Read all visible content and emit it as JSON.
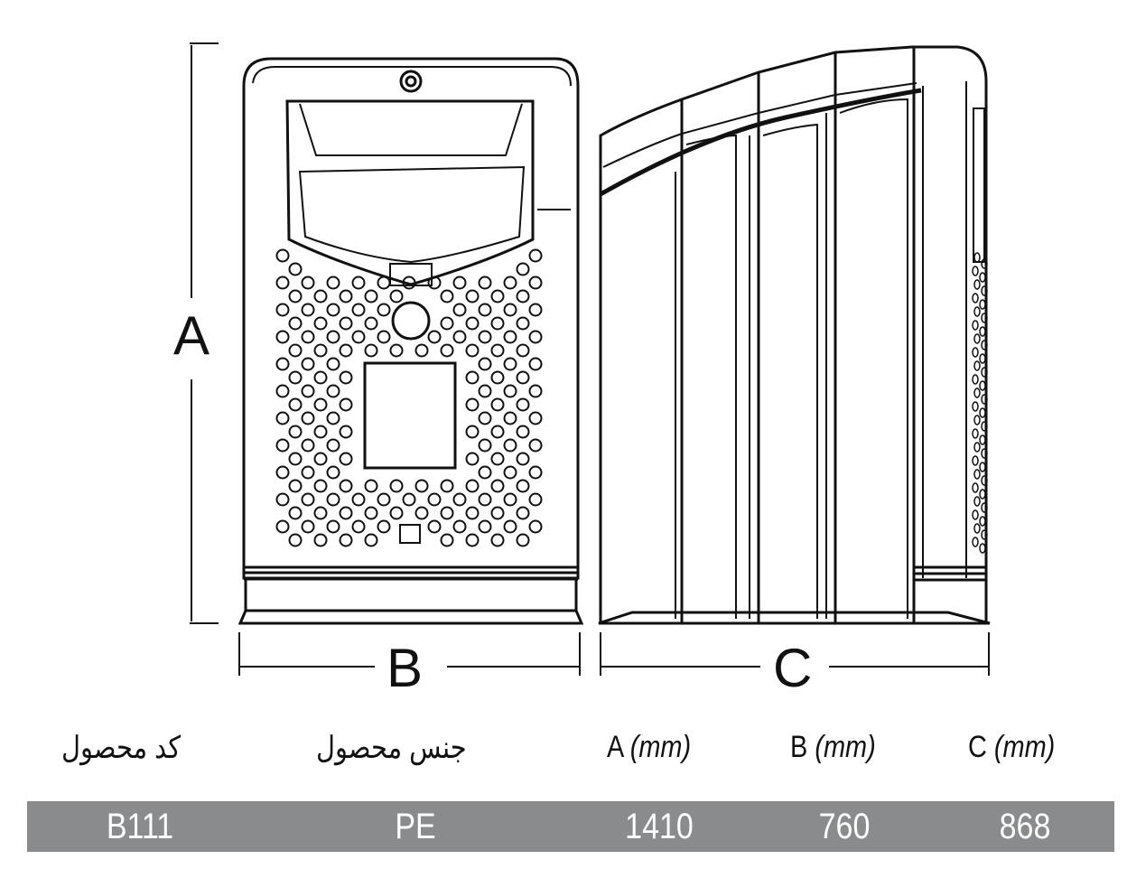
{
  "dimensions": {
    "a_label": "A",
    "b_label": "B",
    "c_label": "C"
  },
  "table": {
    "headers": [
      "کد محصول",
      "جنس محصول",
      "A",
      "B",
      "C"
    ],
    "unit": "(mm)",
    "row": {
      "code": "B111",
      "material": "PE",
      "a": "1410",
      "b": "760",
      "c": "868"
    }
  },
  "colors": {
    "bar": "#8a8b8d",
    "line": "#111111"
  }
}
